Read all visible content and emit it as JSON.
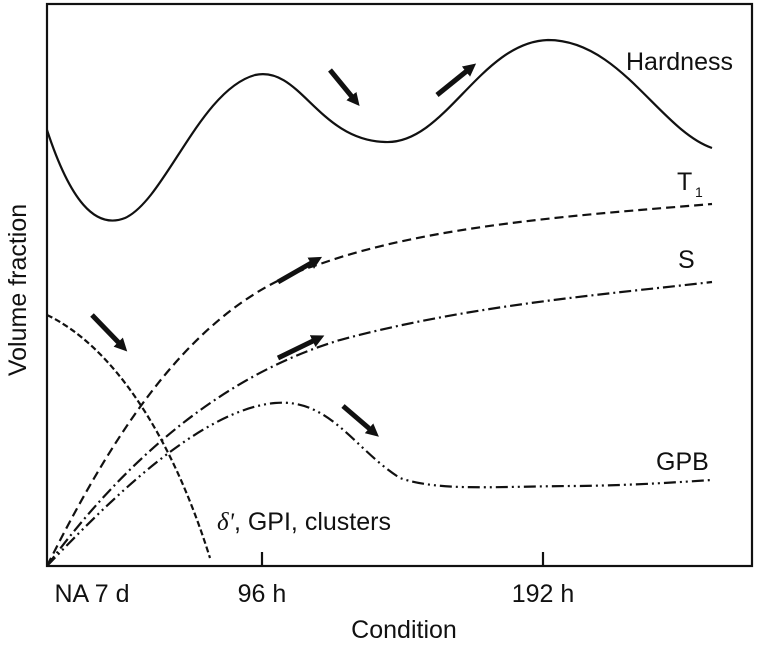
{
  "figure": {
    "y_axis_label": "Volume fraction",
    "x_axis_label": "Condition",
    "x_ticks": [
      "NA 7 d",
      "96 h",
      "192 h"
    ],
    "curve_labels": {
      "hardness": "Hardness",
      "t1_main": "T",
      "t1_sub": "1",
      "s": "S",
      "gpb": "GPB",
      "delta_symbol": "δ'",
      "delta_rest": ", GPI, clusters"
    },
    "trend_arrows": [
      {
        "curve": "delta-gpi-clusters",
        "direction": "down"
      },
      {
        "curve": "t1",
        "direction": "up"
      },
      {
        "curve": "s",
        "direction": "up"
      },
      {
        "curve": "gpb",
        "direction": "down"
      },
      {
        "curve": "hardness",
        "direction": "down"
      },
      {
        "curve": "hardness",
        "direction": "up"
      }
    ]
  }
}
